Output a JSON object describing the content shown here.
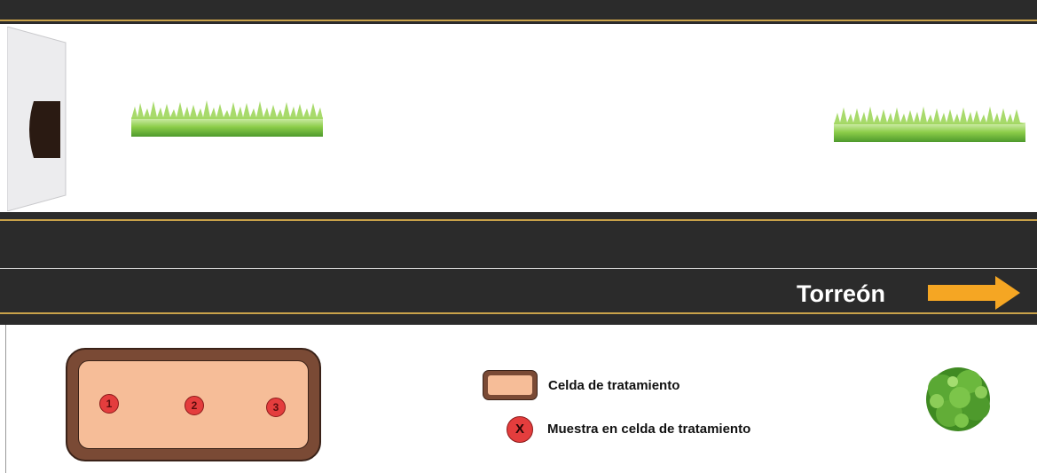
{
  "diagram": {
    "road": {
      "destination": "Torreón"
    },
    "treatment_cell": {
      "samples": [
        "1",
        "2",
        "3"
      ]
    },
    "legend": {
      "cell_label": "Celda de tratamiento",
      "sample_label": "Muestra en celda de tratamiento",
      "sample_symbol": "X"
    },
    "colors": {
      "asphalt": "#2b2b2b",
      "lane_line_yellow": "#c9a24a",
      "cell_fill": "#f6bd98",
      "cell_border": "#7a4a35",
      "sample_red": "#e43d3d",
      "arrow_orange": "#f5a623",
      "grass_green": "#7cc53f",
      "tree_green": "#4e9a2c"
    },
    "icons": [
      "grass-icon",
      "tree-icon",
      "right-arrow-icon",
      "culvert-icon"
    ]
  }
}
